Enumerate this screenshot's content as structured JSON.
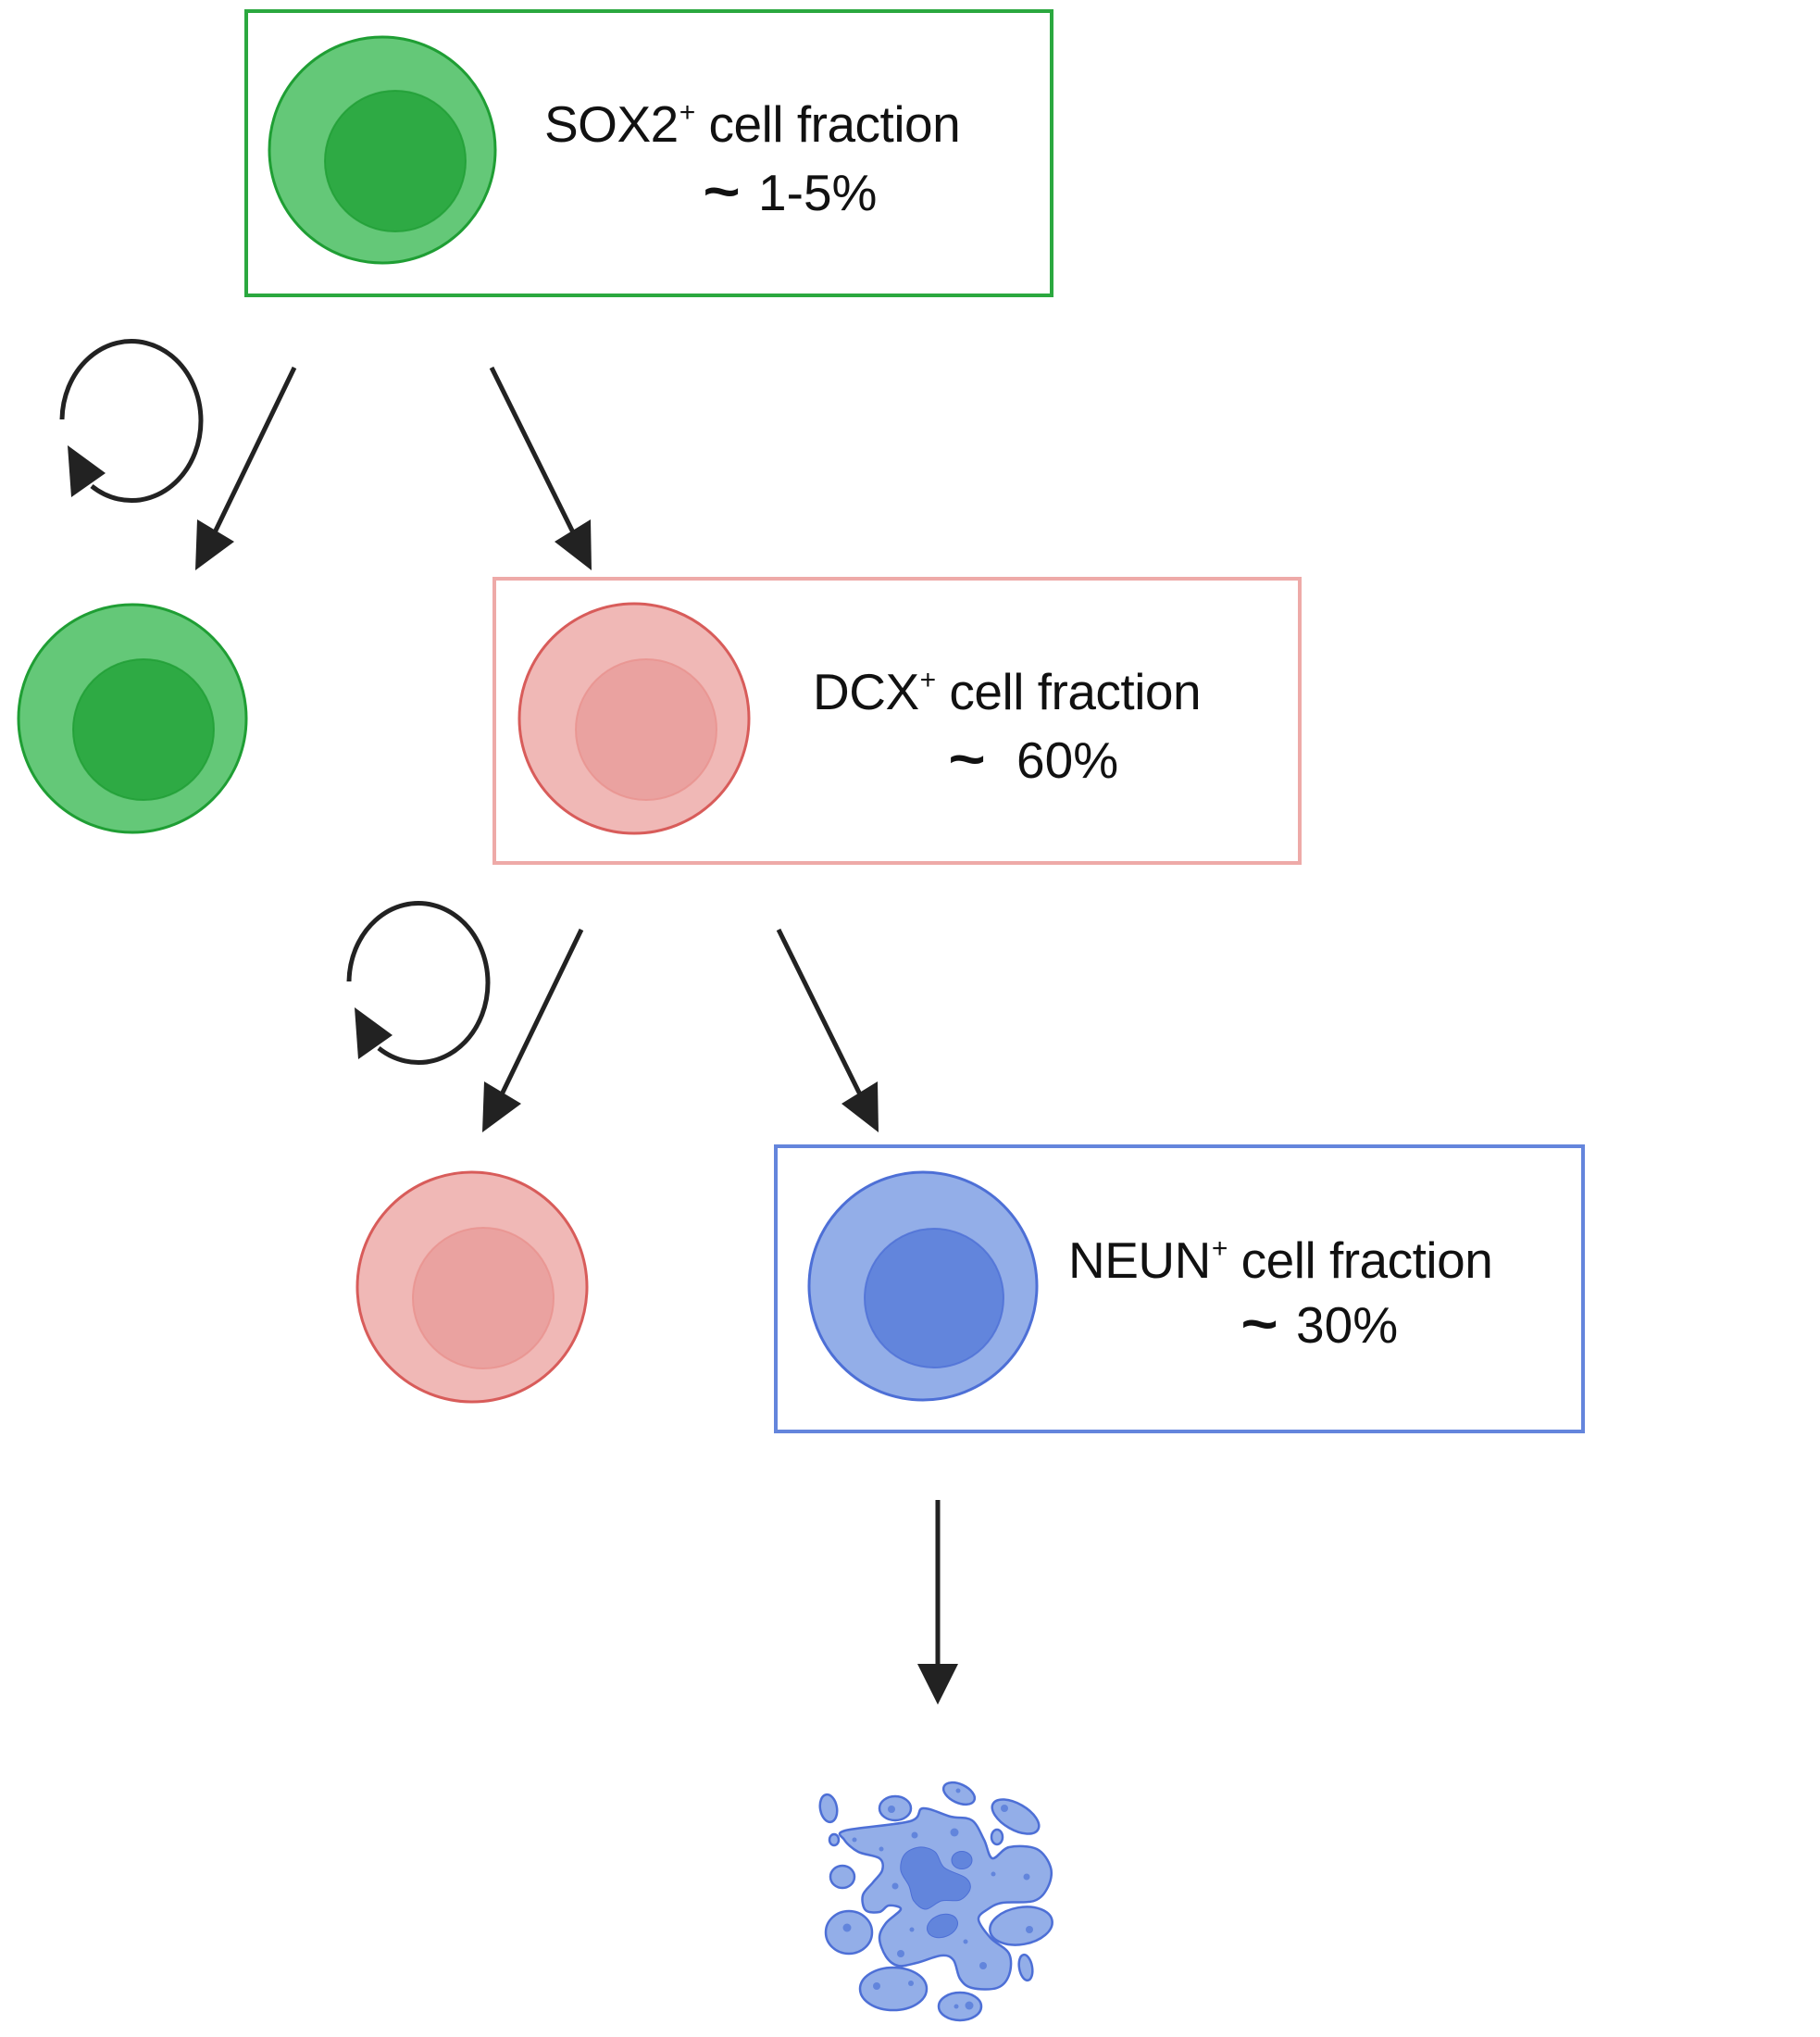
{
  "title": "Neurogenic lineage cell fractions",
  "colors": {
    "sox2": {
      "box_border": "#2ba83f",
      "outer_fill": "#64c878",
      "inner_fill": "#2eaa44",
      "stroke": "#1f9e34"
    },
    "dcx": {
      "box_border": "#eeaaa8",
      "outer_fill": "#f0b8b6",
      "inner_fill": "#eaa2a0",
      "stroke": "#d85c5a",
      "inner_stroke": "#e8928f"
    },
    "neun": {
      "box_border": "#6485dc",
      "outer_fill": "#93aee8",
      "inner_fill": "#6285dc",
      "stroke": "#4d6fd6"
    },
    "arrow": "#222222"
  },
  "stages": [
    {
      "id": "sox2",
      "marker": "SOX2",
      "superscript": "+",
      "suffix": " cell fraction",
      "tilde": "~",
      "fraction": "1-5%"
    },
    {
      "id": "dcx",
      "marker": "DCX",
      "superscript": "+",
      "suffix": " cell fraction",
      "tilde": "~",
      "fraction": "60%"
    },
    {
      "id": "neun",
      "marker": "NEUN",
      "superscript": "+",
      "suffix": " cell fraction",
      "tilde": "~",
      "fraction": "30%"
    }
  ],
  "transitions": [
    {
      "from": "sox2",
      "to": "sox2",
      "type": "self-renewal"
    },
    {
      "from": "sox2",
      "to": "dcx",
      "type": "differentiation"
    },
    {
      "from": "dcx",
      "to": "dcx",
      "type": "self-renewal"
    },
    {
      "from": "dcx",
      "to": "neun",
      "type": "differentiation"
    },
    {
      "from": "neun",
      "to": "apoptotic-cell",
      "type": "cell death"
    }
  ]
}
